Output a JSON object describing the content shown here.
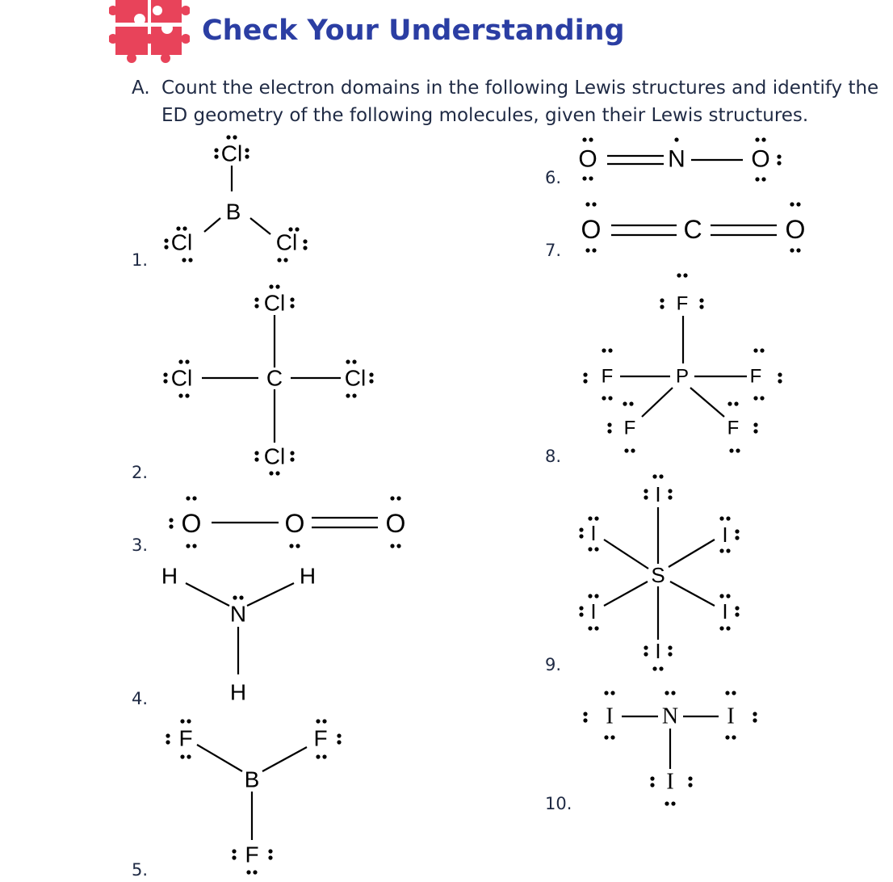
{
  "header": {
    "title": "Check Your Understanding",
    "icon": "puzzle-icon",
    "accent": "#2b3ea3",
    "icon_color": "#e8435a"
  },
  "instruction": {
    "label": "A.",
    "line1": "Count the electron domains in the following Lewis structures and identify the",
    "line2": "ED geometry of the following molecules, given their Lewis structures."
  },
  "items": [
    {
      "number": "1.",
      "atoms": [
        "Cl",
        "B",
        "Cl",
        "Cl"
      ]
    },
    {
      "number": "2.",
      "atoms": [
        "Cl",
        "C",
        "Cl",
        "Cl",
        "Cl"
      ]
    },
    {
      "number": "3.",
      "atoms": [
        "O",
        "O",
        "O"
      ]
    },
    {
      "number": "4.",
      "atoms": [
        "H",
        "H",
        "N",
        "H"
      ]
    },
    {
      "number": "5.",
      "atoms": [
        "F",
        "F",
        "B",
        "F"
      ]
    },
    {
      "number": "6.",
      "atoms": [
        "O",
        "N",
        "O"
      ]
    },
    {
      "number": "7.",
      "atoms": [
        "O",
        "C",
        "O"
      ]
    },
    {
      "number": "8.",
      "atoms": [
        "F",
        "F",
        "P",
        "F",
        "F",
        "F"
      ]
    },
    {
      "number": "9.",
      "atoms": [
        "I",
        "I",
        "I",
        "S",
        "I",
        "I",
        "I"
      ]
    },
    {
      "number": "10.",
      "atoms": [
        "I",
        "N",
        "I",
        "I"
      ]
    }
  ]
}
